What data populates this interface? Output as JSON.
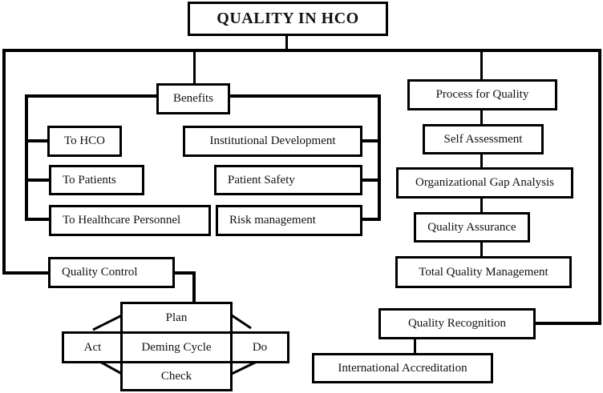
{
  "title": "QUALITY IN HCO",
  "benefits": {
    "label": "Benefits",
    "left_items": [
      "To HCO",
      "To Patients",
      "To Healthcare Personnel"
    ],
    "right_items": [
      "Institutional Development",
      "Patient Safety",
      "Risk management"
    ]
  },
  "process": {
    "label": "Process for Quality",
    "steps": [
      "Self Assessment",
      "Organizational Gap Analysis",
      "Quality Assurance",
      "Total Quality Management"
    ]
  },
  "quality_control": {
    "label": "Quality Control",
    "deming": {
      "center": "Deming Cycle",
      "plan": "Plan",
      "do": "Do",
      "check": "Check",
      "act": "Act"
    }
  },
  "recognition": {
    "label": "Quality Recognition",
    "child": "International Accreditation"
  },
  "colors": {
    "line": "#000000",
    "background": "#ffffff"
  }
}
